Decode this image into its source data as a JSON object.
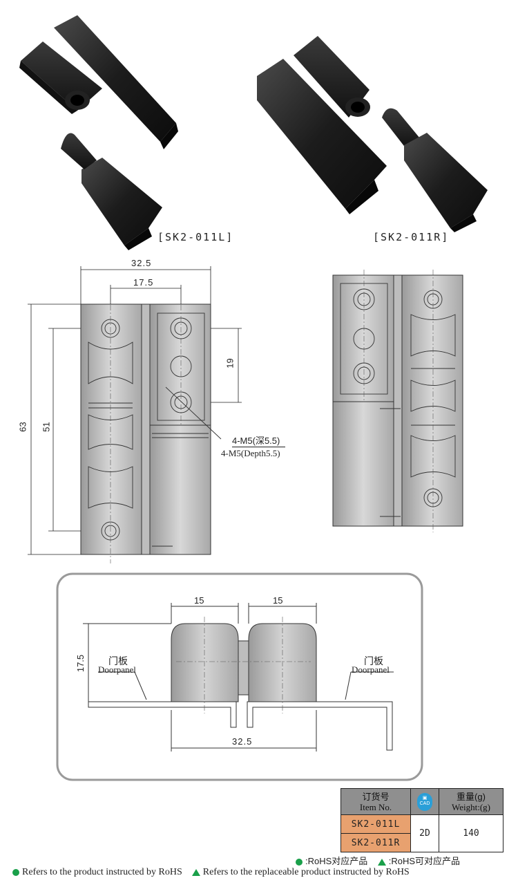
{
  "photos": {
    "left_caption": "[SK2-011L]",
    "right_caption": "[SK2-011R]"
  },
  "front_view": {
    "dim_total_width": "32.5",
    "dim_pin_offset": "17.5",
    "dim_height": "63",
    "dim_hole_spacing": "51",
    "dim_small": "19",
    "thread_cn": "4-M5(深5.5)",
    "thread_en": "4-M5(Depth5.5)"
  },
  "install_view": {
    "dim_left_width": "15",
    "dim_right_width": "15",
    "dim_height": "17.5",
    "dim_total": "32.5",
    "left_label_cn": "门板",
    "left_label_en": "Doorpanel",
    "right_label_cn": "门板",
    "right_label_en": "Doorpanel"
  },
  "table": {
    "header_item_cn": "订货号",
    "header_item_en": "Item No.",
    "cad_label": "CAD",
    "header_weight_cn": "重量(g)",
    "header_weight_en": "Weight:(g)",
    "rows": [
      {
        "item": "SK2-011L"
      },
      {
        "item": "SK2-011R"
      }
    ],
    "cad_value": "2D",
    "weight_value": "140"
  },
  "legend": {
    "cn_rohs": ":RoHS对应产品",
    "cn_replace": ":RoHS可对应产品",
    "en_rohs": "Refers to the product instructed by RoHS",
    "en_replace": "Refers to the replaceable product instructed by RoHS",
    "accent_color": "#1aa04a"
  }
}
